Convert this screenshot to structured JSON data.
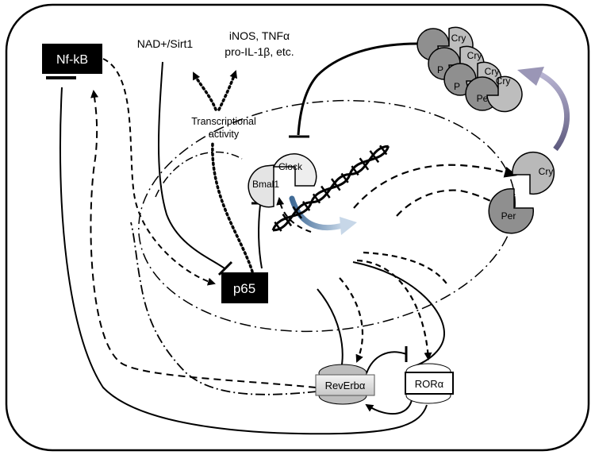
{
  "labels": {
    "nfkb": "Nf-kB",
    "nad_sirt1": "NAD+/Sirt1",
    "inos_line1": "iNOS, TNFα",
    "inos_line2": "pro-IL-1β, etc.",
    "transcriptional_line1": "Transcriptional",
    "transcriptional_line2": "activity",
    "clock": "Clock",
    "bmal1": "Bmal1",
    "cry": "Cry",
    "per": "Per",
    "p": "P",
    "p65": "p65",
    "reverb": "RevErbα",
    "ror": "RORα"
  },
  "colors": {
    "black": "#000000",
    "light_gray": "#e6e6e6",
    "mid_gray": "#a6a6a6",
    "dark_gray": "#8c8c8c",
    "blue_arrow": "#5b7fa6",
    "purple_arrow": "#6f6890"
  }
}
